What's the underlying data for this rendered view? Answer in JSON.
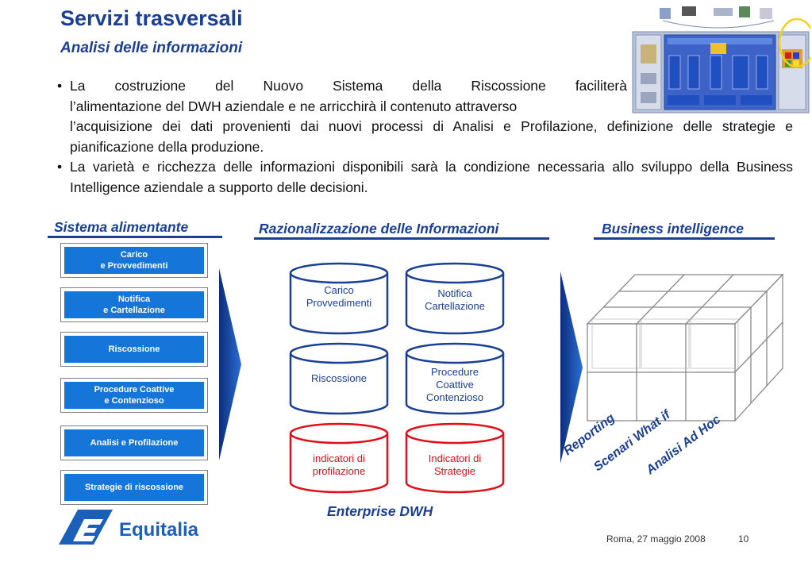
{
  "header": {
    "title": "Servizi trasversali",
    "subtitle": "Analisi delle informazioni"
  },
  "bullets": [
    {
      "line1": "La costruzione del Nuovo Sistema della Riscossione faciliterà",
      "line2": "l’alimentazione del DWH aziendale e ne arricchirà il contenuto attraverso",
      "rest": "l’acquisizione dei dati provenienti dai nuovi processi di Analisi e Profilazione, definizione delle strategie e pianificazione della produzione."
    },
    {
      "text": "La varietà e ricchezza delle informazioni disponibili sarà la condizione necessaria allo sviluppo della Business Intelligence aziendale a supporto delle decisioni."
    }
  ],
  "sections": {
    "left": "Sistema alimentante",
    "middle": "Razionalizzazione delle Informazioni",
    "right": "Business intelligence"
  },
  "feeding_systems": [
    "Carico\ne  Provvedimenti",
    "Notifica\ne  Cartellazione",
    "Riscossione",
    "Procedure Coattive\ne  Contenzioso",
    "Analisi  e  Profilazione",
    "Strategie di  riscossione"
  ],
  "databases": [
    {
      "label": "Carico\nProvvedimenti",
      "color": "#1b3f94",
      "text_color": "#1b3f94"
    },
    {
      "label": "Notifica\nCartellazione",
      "color": "#1b3f94",
      "text_color": "#1b3f94"
    },
    {
      "label": "Riscossione",
      "color": "#1b3f94",
      "text_color": "#1b3f94"
    },
    {
      "label": "Procedure\nCoattive\nContenzioso",
      "color": "#1b3f94",
      "text_color": "#1b3f94"
    },
    {
      "label": "indicatori di\nprofilazione",
      "color": "#e0101a",
      "text_color": "#e0101a"
    },
    {
      "label": "Indicatori di\nStrategie",
      "color": "#e0101a",
      "text_color": "#e0101a"
    }
  ],
  "dwh_label": "Enterprise DWH",
  "bi_labels": [
    "Reporting",
    "Scenari What if",
    "Analisi Ad Hoc"
  ],
  "footer": {
    "logo_text": "Equitalia",
    "place_date": "Roma,  27 maggio 2008",
    "page": "10"
  },
  "colors": {
    "brand_blue": "#1b3f94",
    "box_blue": "#1575d9",
    "red": "#e0101a"
  }
}
